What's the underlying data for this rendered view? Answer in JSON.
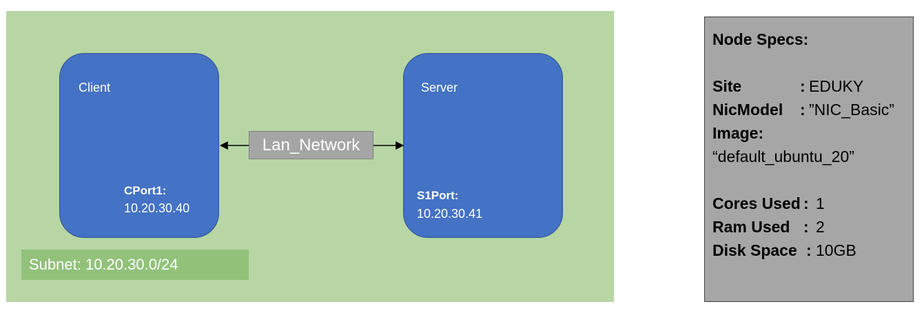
{
  "subnet": {
    "label": "Subnet: 10.20.30.0/24"
  },
  "nodes": {
    "client": {
      "title": "Client",
      "port_label": "CPort1:",
      "port_ip": "10.20.30.40"
    },
    "server": {
      "title": "Server",
      "port_label": "S1Port:",
      "port_ip": "10.20.30.41"
    }
  },
  "network": {
    "label": "Lan_Network"
  },
  "specs": {
    "heading": "Node Specs:",
    "site": {
      "key": "Site",
      "sep": ":",
      "value": "EDUKY"
    },
    "nic": {
      "key": "NicModel",
      "sep": ":",
      "value": "”NIC_Basic”"
    },
    "image": {
      "key": "Image:",
      "value": "“default_ubuntu_20”"
    },
    "cores": {
      "key": "Cores Used",
      "sep": ":",
      "value": "1"
    },
    "ram": {
      "key": "Ram Used",
      "sep": ":",
      "value": "2"
    },
    "disk": {
      "key": "Disk Space",
      "sep": ":",
      "value": "10GB"
    }
  },
  "colors": {
    "zone": "#b7d6a4",
    "node": "#4472c4",
    "network": "#a5a5a5",
    "subnet": "#92c27a",
    "specs": "#a6a6a6"
  }
}
